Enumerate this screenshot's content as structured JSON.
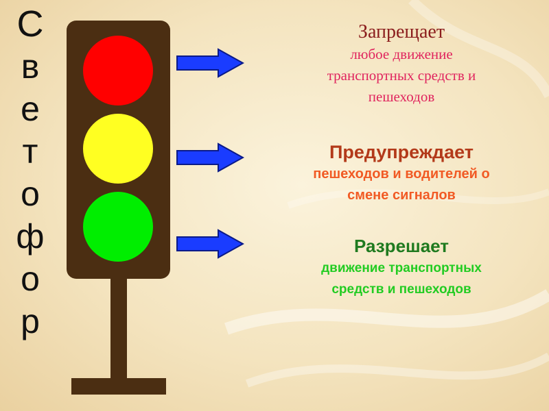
{
  "title_vertical": [
    "С",
    "в",
    "е",
    "т",
    "о",
    "ф",
    "о",
    "р"
  ],
  "red": {
    "heading": "Запрещает",
    "lines": [
      "любое движение",
      "транспортных средств и",
      "пешеходов"
    ]
  },
  "yellow": {
    "heading": "Предупреждает",
    "lines": [
      "пешеходов и водителей о",
      "смене сигналов"
    ]
  },
  "green": {
    "heading": "Разрешает",
    "lines": [
      "движение транспортных",
      "средств и пешеходов"
    ]
  },
  "colors": {
    "red_light": "#ff0000",
    "yellow_light": "#ffff22",
    "green_light": "#00ee00",
    "housing": "#4b2e12",
    "arrow": "#1a3cff"
  }
}
